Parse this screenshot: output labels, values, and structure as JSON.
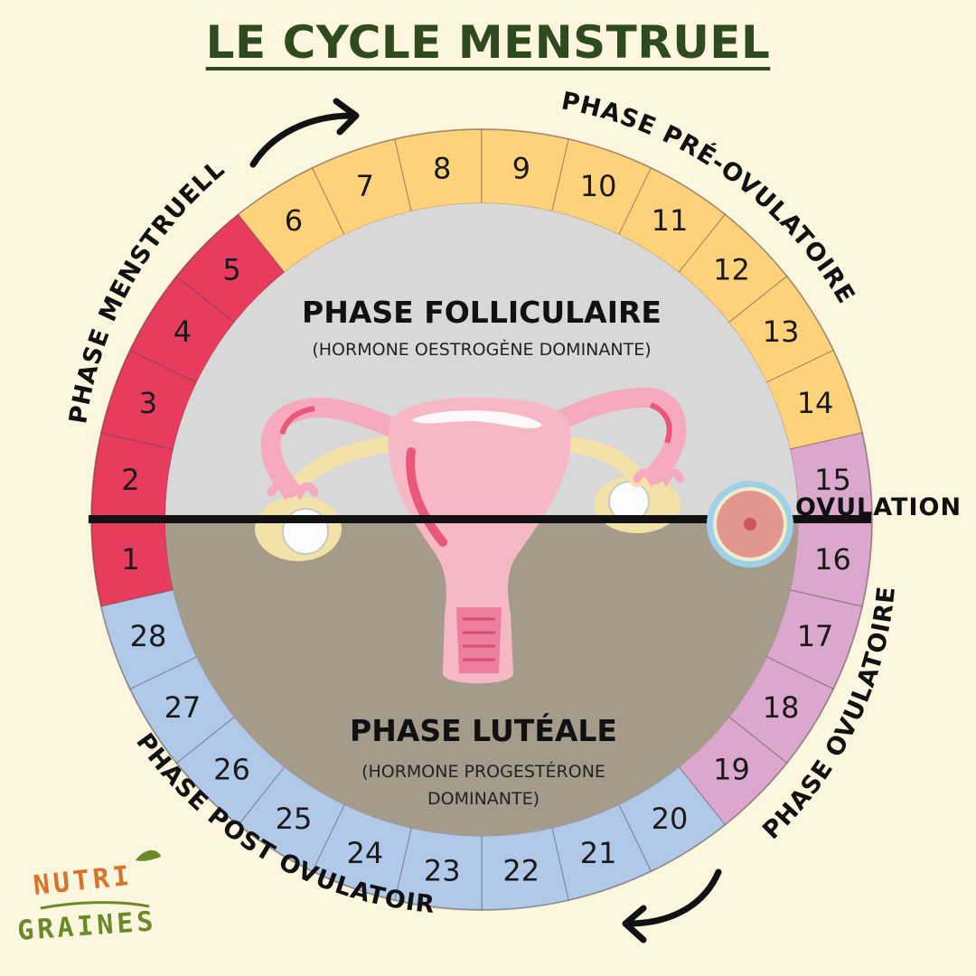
{
  "title": "LE CYCLE MENSTRUEL",
  "days": [
    "1",
    "2",
    "3",
    "4",
    "5",
    "6",
    "7",
    "8",
    "9",
    "10",
    "11",
    "12",
    "13",
    "14",
    "15",
    "16",
    "17",
    "18",
    "19",
    "20",
    "21",
    "22",
    "23",
    "24",
    "25",
    "26",
    "27",
    "28"
  ],
  "phases": {
    "menstruelle": {
      "label": "PHASE MENSTRUELLE",
      "days": [
        1,
        5
      ],
      "color": "#e73c5e"
    },
    "pre_ovulatoire": {
      "label": "PHASE PRÉ-OVULATOIRE",
      "days": [
        6,
        14
      ],
      "color": "#fdd27a"
    },
    "ovulatoire": {
      "label": "PHASE OVULATOIRE",
      "days": [
        15,
        19
      ],
      "color": "#dba7cd"
    },
    "post_ovulatoire": {
      "label": "PHASE POST OVULATOIRE",
      "days": [
        20,
        28
      ],
      "color": "#b1c9e9"
    }
  },
  "center": {
    "follicular": {
      "title": "PHASE FOLLICULAIRE",
      "subtitle": "(HORMONE OESTROGÈNE DOMINANTE)",
      "color": "#d8d8d8"
    },
    "luteal": {
      "title": "PHASE LUTÉALE",
      "subtitle_line1": "(HORMONE PROGESTÉRONE",
      "subtitle_line2": "DOMINANTE)",
      "color": "#a49b8b"
    }
  },
  "ovulation_label": "OVULATION",
  "logo": {
    "line1": "NUTRI",
    "line2": "GRAINES",
    "colors": {
      "orange": "#d8742a",
      "green": "#6a8a2a"
    }
  },
  "icons": [
    "arrow-clockwise-icon",
    "egg-cell-icon",
    "uterus-illustration",
    "leaf-icon"
  ]
}
